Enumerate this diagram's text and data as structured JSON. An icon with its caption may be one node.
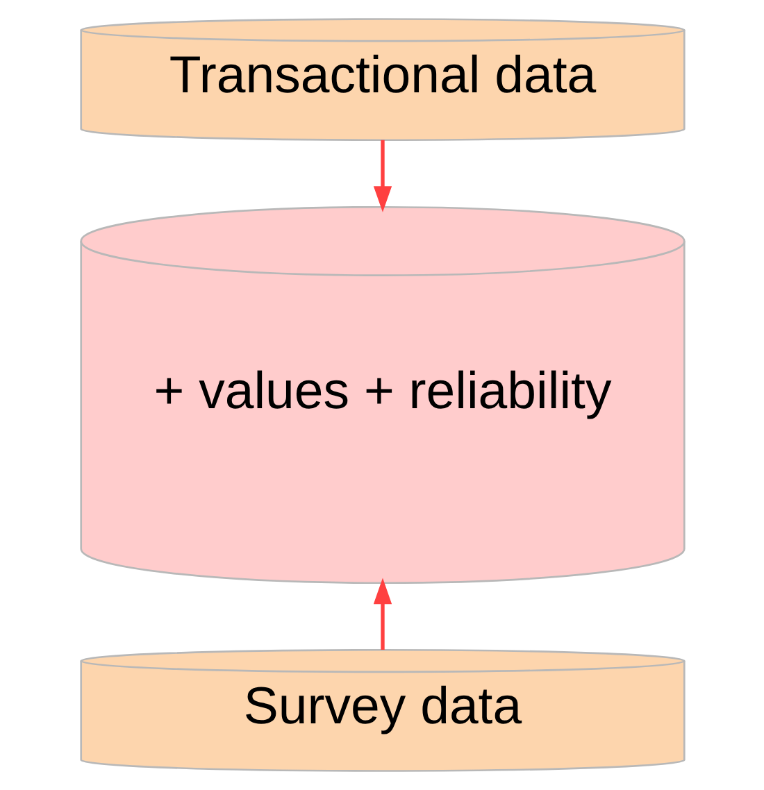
{
  "diagram": {
    "nodes": [
      {
        "text": [
          "Transactional data"
        ]
      },
      {
        "text": [
          "+ values + reliability"
        ]
      },
      {
        "text": [
          "Survey data"
        ]
      }
    ],
    "edges": [
      {
        "from": 0,
        "to": 1,
        "arrow": "to"
      },
      {
        "from": 2,
        "to": 1,
        "arrow": "to"
      }
    ]
  }
}
